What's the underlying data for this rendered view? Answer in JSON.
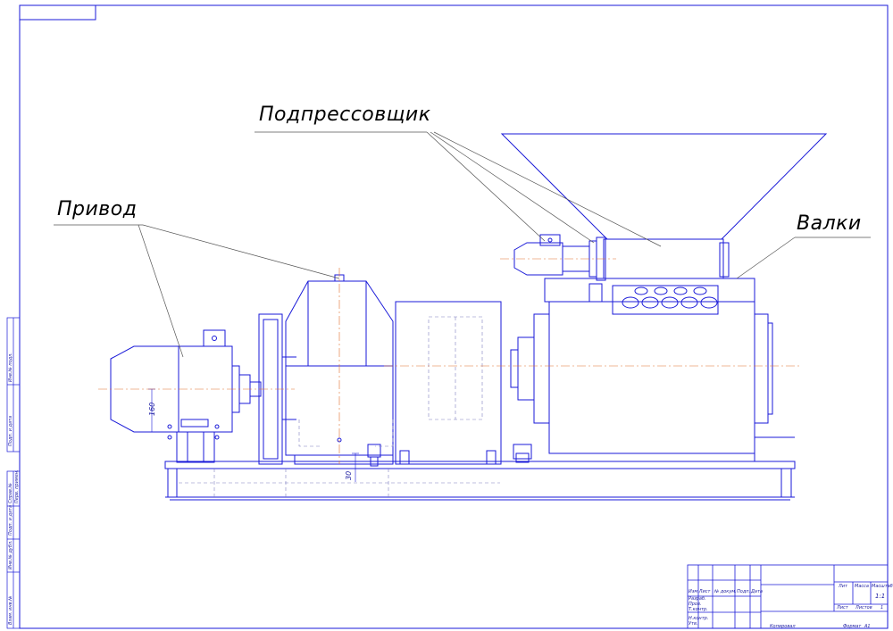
{
  "callouts": {
    "drive": "Привод",
    "prepresser": "Подпрессовщик",
    "rollers": "Валки"
  },
  "dimensions": {
    "shaft_height": "160",
    "base_offset": "30"
  },
  "title_block": {
    "sheet_label": "Лит",
    "mass_label": "Масса",
    "scale_label": "Масштаб",
    "scale_value": "1:1",
    "sheet_no_label": "Лист",
    "sheets_label": "Листов",
    "sheets_value": "1",
    "change_label": "Изм Лист",
    "doc_no_label": "№ докум.",
    "sign_label": "Подп.",
    "date_label": "Дата",
    "developed_label": "Разраб.",
    "checked_label": "Пров.",
    "tcontrol_label": "Т.контр.",
    "ncontrol_label": "Н.контр.",
    "approved_label": "Утв.",
    "copied_label": "Копировал",
    "format_label": "Формат",
    "format_value": "A1"
  },
  "side_stamps": [
    "Инв.№ подл.",
    "Подп. и дата",
    "Взам. инв.№",
    "Инв.№ дубл.",
    "Подп. и дата",
    "Справ.№",
    "Перв. примен."
  ],
  "colors": {
    "linework": "#1a1ad8",
    "axis": "#e07030",
    "dashed": "#8080c0",
    "leader": "#555555"
  }
}
